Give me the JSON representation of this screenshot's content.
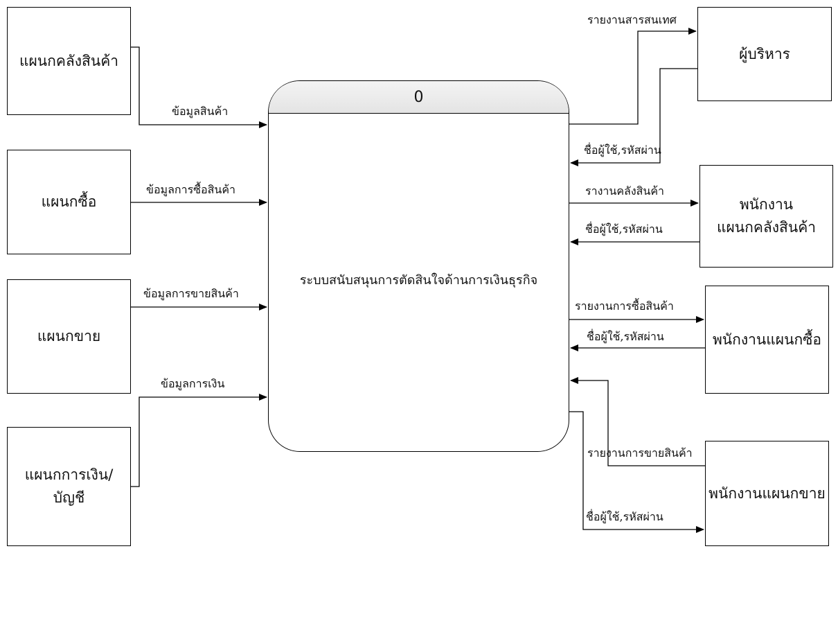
{
  "process": {
    "number": "0",
    "name": "ระบบสนับสนุนการตัดสินใจด้านการเงินธุรกิจ"
  },
  "entities": {
    "warehouse_dept": "แผนกคลังสินค้า",
    "purchase_dept": "แผนกซื้อ",
    "sales_dept": "แผนกขาย",
    "finance_dept": "แผนกการเงิน/\nบัญชี",
    "executive": "ผู้บริหาร",
    "warehouse_staff": "พนักงาน\nแผนกคลังสินค้า",
    "purchase_staff": "พนักงานแผนกซื้อ",
    "sales_staff": "พนักงานแผนกขาย"
  },
  "flows": {
    "product_data": "ข้อมูลสินค้า",
    "purchase_data": "ข้อมูลการซื้อสินค้า",
    "sales_data": "ข้อมูลการขายสินค้า",
    "finance_data": "ข้อมูลการเงิน",
    "info_report": "รายงานสารสนเทศ",
    "exec_login": "ชื่อผู้ใช้,รหัสผ่าน",
    "warehouse_report": "รางานคลังสินค้า",
    "warehouse_login": "ชื่อผู้ใช้,รหัสผ่าน",
    "purchase_report": "รายงานการซื้อสินค้า",
    "purchase_login": "ชื่อผู้ใช้,รหัสผ่าน",
    "sales_report": "รายงานการขายสินค้า",
    "sales_login": "ชื่อผู้ใช้,รหัสผ่าน"
  }
}
